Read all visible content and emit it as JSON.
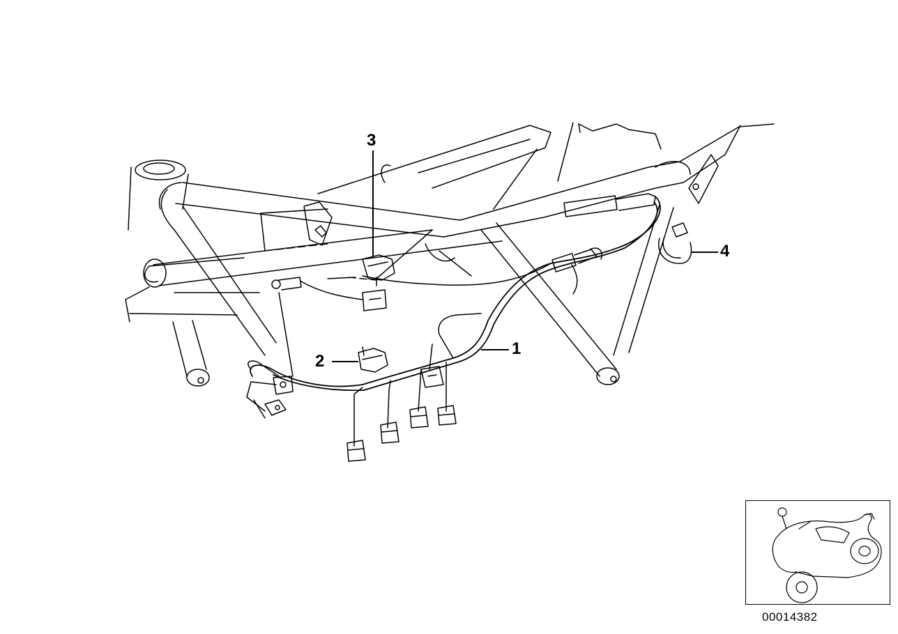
{
  "diagram": {
    "callouts": [
      {
        "id": "1",
        "label": "1"
      },
      {
        "id": "2",
        "label": "2"
      },
      {
        "id": "3",
        "label": "3"
      },
      {
        "id": "4",
        "label": "4"
      }
    ],
    "document_number": "00014382"
  }
}
